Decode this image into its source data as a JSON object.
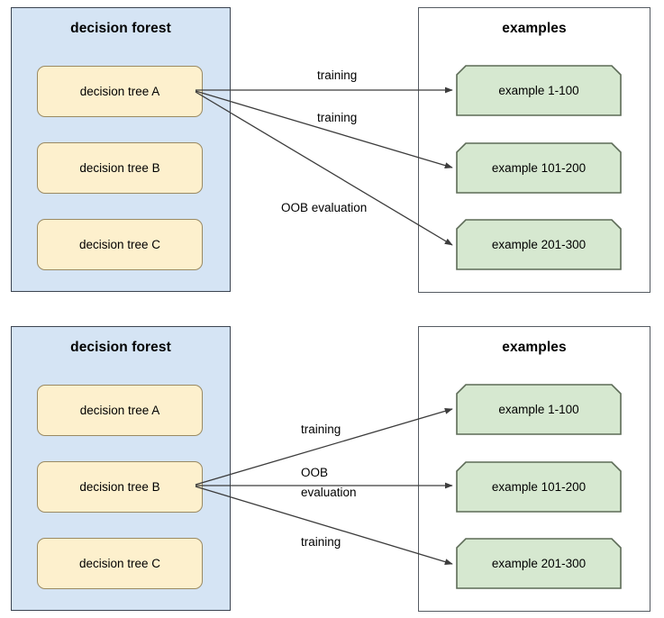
{
  "diagrams": [
    {
      "id": "top",
      "forest": {
        "title": "decision forest",
        "trees": [
          {
            "label": "decision tree A"
          },
          {
            "label": "decision tree B"
          },
          {
            "label": "decision tree C"
          }
        ]
      },
      "examples": {
        "title": "examples",
        "items": [
          {
            "label": "example 1-100"
          },
          {
            "label": "example 101-200"
          },
          {
            "label": "example 201-300"
          }
        ]
      },
      "edges": [
        {
          "from": "decision tree A",
          "to": "example 1-100",
          "label": "training"
        },
        {
          "from": "decision tree A",
          "to": "example 101-200",
          "label": "training"
        },
        {
          "from": "decision tree A",
          "to": "example 201-300",
          "label": "OOB evaluation"
        }
      ]
    },
    {
      "id": "bottom",
      "forest": {
        "title": "decision forest",
        "trees": [
          {
            "label": "decision tree A"
          },
          {
            "label": "decision tree B"
          },
          {
            "label": "decision tree C"
          }
        ]
      },
      "examples": {
        "title": "examples",
        "items": [
          {
            "label": "example 1-100"
          },
          {
            "label": "example 101-200"
          },
          {
            "label": "example 201-300"
          }
        ]
      },
      "edges": [
        {
          "from": "decision tree B",
          "to": "example 1-100",
          "label": "training"
        },
        {
          "from": "decision tree B",
          "to": "example 101-200",
          "label_line1": "OOB",
          "label_line2": "evaluation"
        },
        {
          "from": "decision tree B",
          "to": "example 201-300",
          "label": "training"
        }
      ]
    }
  ],
  "colors": {
    "forest_fill": "#d5e4f4",
    "forest_border": "#3b4451",
    "tree_fill": "#fdf0cd",
    "tree_border": "#9a8a62",
    "example_fill": "#d6e8d0",
    "example_border": "#5d6b57",
    "examples_panel_border": "#555b62",
    "arrow": "#3c3c3c",
    "background": "#ffffff"
  }
}
